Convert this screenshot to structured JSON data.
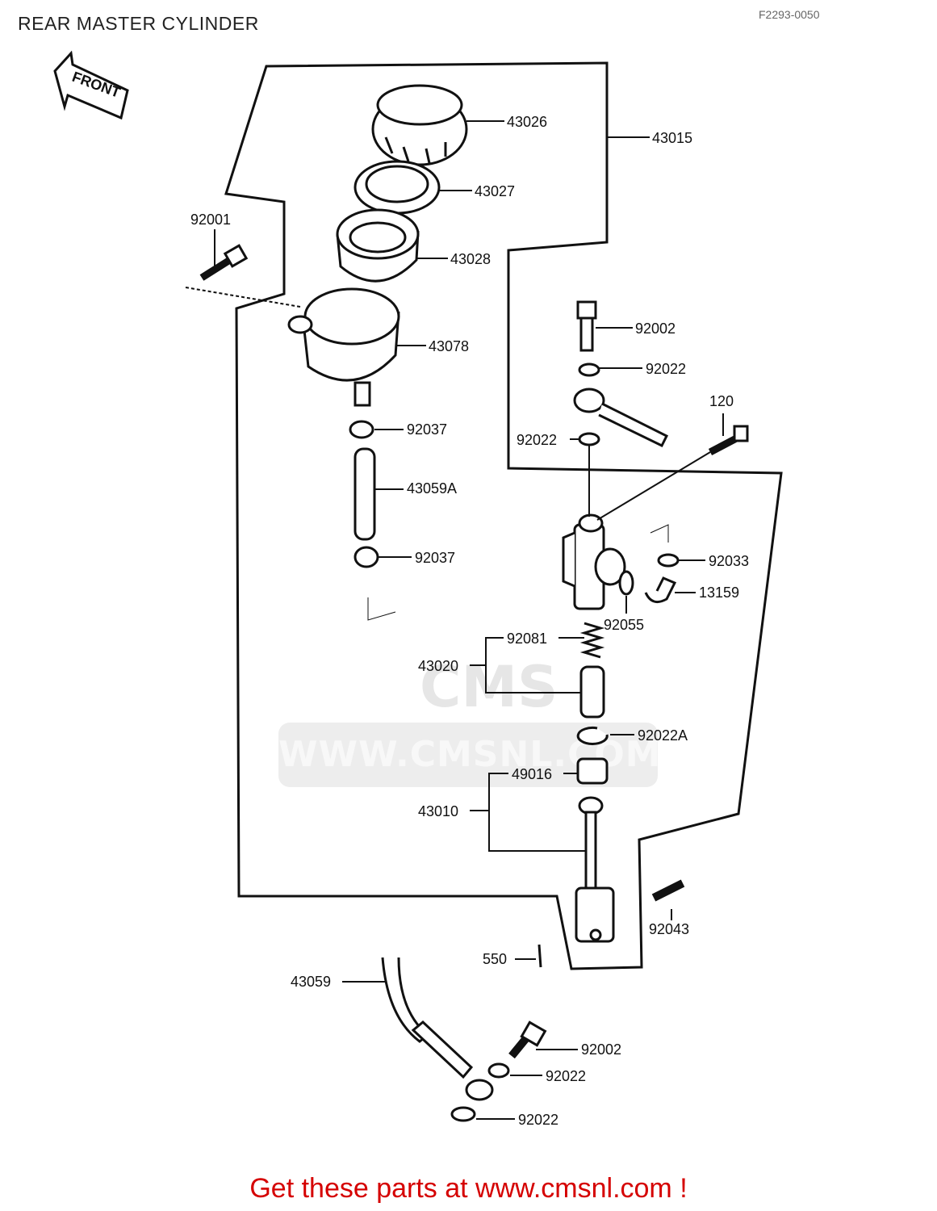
{
  "header": {
    "title": "REAR MASTER CYLINDER",
    "diagram_code": "F2293-0050"
  },
  "front_arrow": {
    "label": "FRONT"
  },
  "watermark": {
    "url": "WWW.CMSNL.COM",
    "logo": "CMS"
  },
  "parts": {
    "p43026": "43026",
    "p43015": "43015",
    "p43027": "43027",
    "p92001": "92001",
    "p43028": "43028",
    "p43078": "43078",
    "p92002a": "92002",
    "p92022a": "92022",
    "p120": "120",
    "p92022b": "92022",
    "p92037a": "92037",
    "p43059a": "43059A",
    "p92037b": "92037",
    "p92033": "92033",
    "p13159": "13159",
    "p92055": "92055",
    "p92081": "92081",
    "p43020": "43020",
    "p92022A": "92022A",
    "p49016": "49016",
    "p43010": "43010",
    "p92043": "92043",
    "p550": "550",
    "p43059": "43059",
    "p92002b": "92002",
    "p92022c": "92022",
    "p92022d": "92022"
  },
  "footer": {
    "cta": "Get these parts at www.cmsnl.com !"
  }
}
